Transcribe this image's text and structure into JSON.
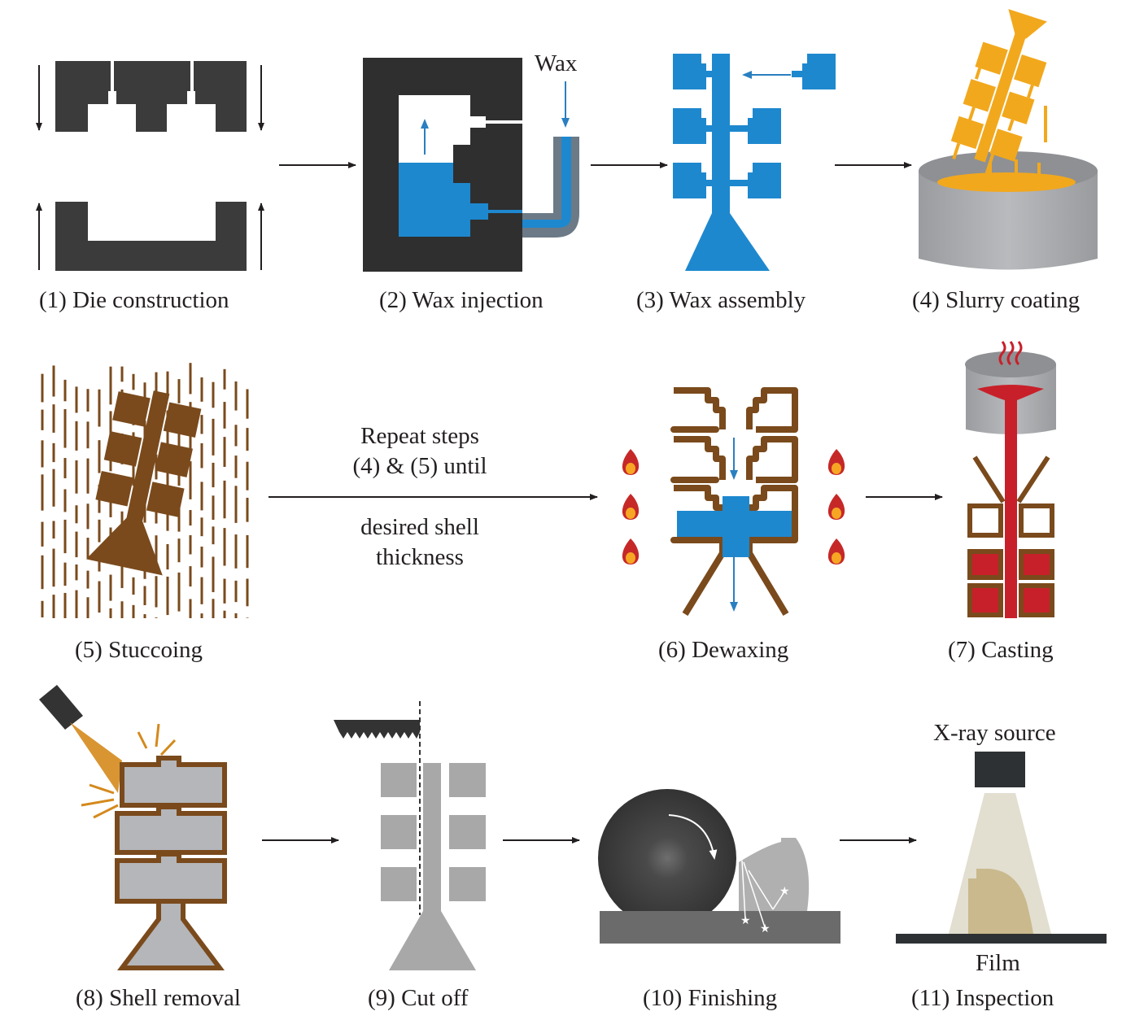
{
  "title": "Investment casting process",
  "colors": {
    "die": "#3b3b3b",
    "wax": "#1e88cf",
    "slurry": "#f2a81d",
    "shell": "#7a4a1c",
    "molten_metal": "#c8202a",
    "crucible": "#a7a9ac",
    "casting_gray": "#b3b3b3",
    "flame_outer": "#c62828",
    "flame_inner": "#f6a623",
    "film": "#2e3133",
    "beam": "#e2ded0",
    "part_xray": "#c9b98c",
    "arrow": "#231f20"
  },
  "steps": [
    {
      "number": "(1)",
      "label": "(1) Die construction"
    },
    {
      "number": "(2)",
      "label": "(2) Wax injection",
      "annotation": "Wax"
    },
    {
      "number": "(3)",
      "label": "(3) Wax assembly"
    },
    {
      "number": "(4)",
      "label": "(4) Slurry coating"
    },
    {
      "number": "(5)",
      "label": "(5) Stuccoing"
    },
    {
      "number": "(6)",
      "label": "(6) Dewaxing"
    },
    {
      "number": "(7)",
      "label": "(7) Casting"
    },
    {
      "number": "(8)",
      "label": "(8) Shell removal"
    },
    {
      "number": "(9)",
      "label": "(9) Cut off"
    },
    {
      "number": "(10)",
      "label": "(10) Finishing"
    },
    {
      "number": "(11)",
      "label": "(11) Inspection",
      "annotations": {
        "source": "X-ray source",
        "film": "Film"
      }
    }
  ],
  "repeat_note": {
    "line1": "Repeat steps",
    "line2": "(4) & (5) until",
    "line3": "desired shell",
    "line4": "thickness"
  }
}
